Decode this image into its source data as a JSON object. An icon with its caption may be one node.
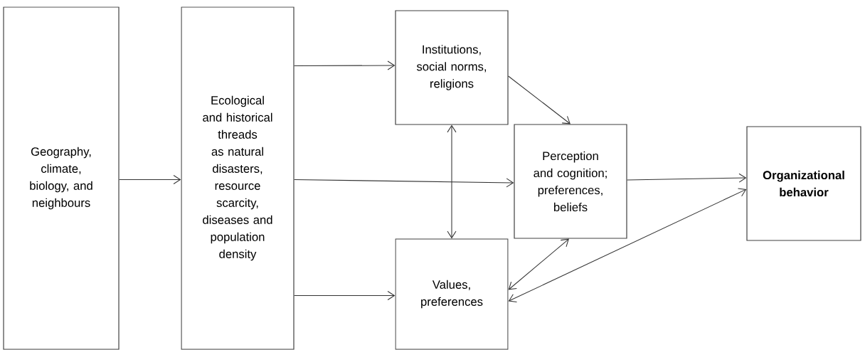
{
  "diagram": {
    "nodes": [
      {
        "text": [
          "Geography, climate, biology, and neighbours"
        ]
      },
      {
        "text": [
          "Ecological and historical threads as natural disasters, resource scarcity, diseases and population density"
        ]
      },
      {
        "text": [
          "Institutions, social norms, religions"
        ]
      },
      {
        "text": [
          "Perception and cognition; preferences, beliefs"
        ]
      },
      {
        "text": [
          "Values, preferences"
        ]
      },
      {
        "text": [
          "Organizational behavior"
        ]
      }
    ],
    "edges": [
      {
        "from": 0,
        "to": 1,
        "arrow": "to"
      },
      {
        "from": 1,
        "to": 2,
        "arrow": "to"
      },
      {
        "from": 1,
        "to": 3,
        "arrow": "to"
      },
      {
        "from": 1,
        "to": 4,
        "arrow": "to"
      },
      {
        "from": 2,
        "to": 3,
        "arrow": "to"
      },
      {
        "from": 2,
        "to": 4,
        "arrow": "both"
      },
      {
        "from": 3,
        "to": 5,
        "arrow": "to"
      },
      {
        "from": 3,
        "to": 4,
        "arrow": "both"
      },
      {
        "from": 4,
        "to": 5,
        "arrow": "both"
      }
    ]
  }
}
